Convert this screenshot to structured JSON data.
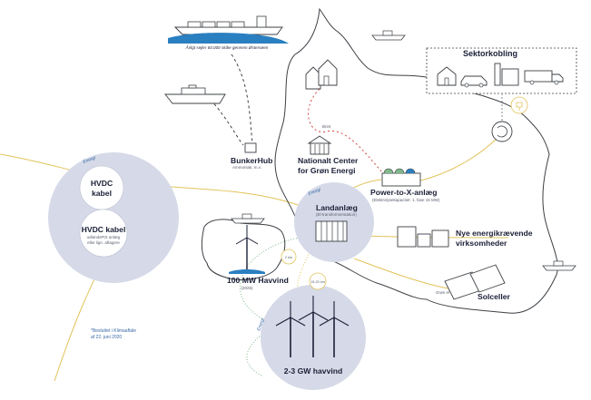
{
  "ship_caption": "Årligt sejler 60.000 skibe gennem Østersøen",
  "sektorkobling": {
    "title": "Sektorkobling"
  },
  "bunkerhub": {
    "title": "BunkerHub",
    "subtitle": "Ammoniak, m.v."
  },
  "national_center": {
    "line1": "Nationalt Center",
    "line2": "for Grøn Energi"
  },
  "power_to_x": {
    "title": "Power-to-X-anlæg",
    "subtitle": "(Elektrolysekapacitet: 1. fase 15 MW)"
  },
  "landanlaeg": {
    "title": "Landanlæg",
    "subtitle": "(El-transformerstation)"
  },
  "hvdc_kabel": {
    "title1": "HVDC",
    "title2": "kabel"
  },
  "hvdc_kabel2": {
    "title": "HVDC kabel",
    "subtitle1": "udlandsPtX anlæg",
    "subtitle2": "eller lign. aftagere"
  },
  "nye_energi": {
    "line1": "Nye energikrævende",
    "line2": "virksomheder"
  },
  "havvind_100": {
    "title": "100 MW Havvind",
    "year": "(2025)"
  },
  "havvind_23": {
    "title": "2-3 GW havvind"
  },
  "solceller": {
    "title": "Solceller"
  },
  "energi_labels": {
    "left": "Energi",
    "middle": "Energi",
    "bottom": "Energi"
  },
  "distances": {
    "d1": "2 km",
    "d2": "15-20 km"
  },
  "small_labels": {
    "brint": "Brint",
    "el": "Grøn el"
  },
  "footnote": {
    "line1": "*Besluttet i Klimaaftale",
    "line2": "af 22. juni 2020"
  },
  "colors": {
    "circle_fill": "#d6dae8",
    "yellow_line": "#e2c35a",
    "green_line": "#7fb98a",
    "red_line": "#d34545",
    "dark_text": "#1a1f36",
    "blue_text": "#3a6aa6",
    "sea_blue": "#2a7fc1"
  }
}
